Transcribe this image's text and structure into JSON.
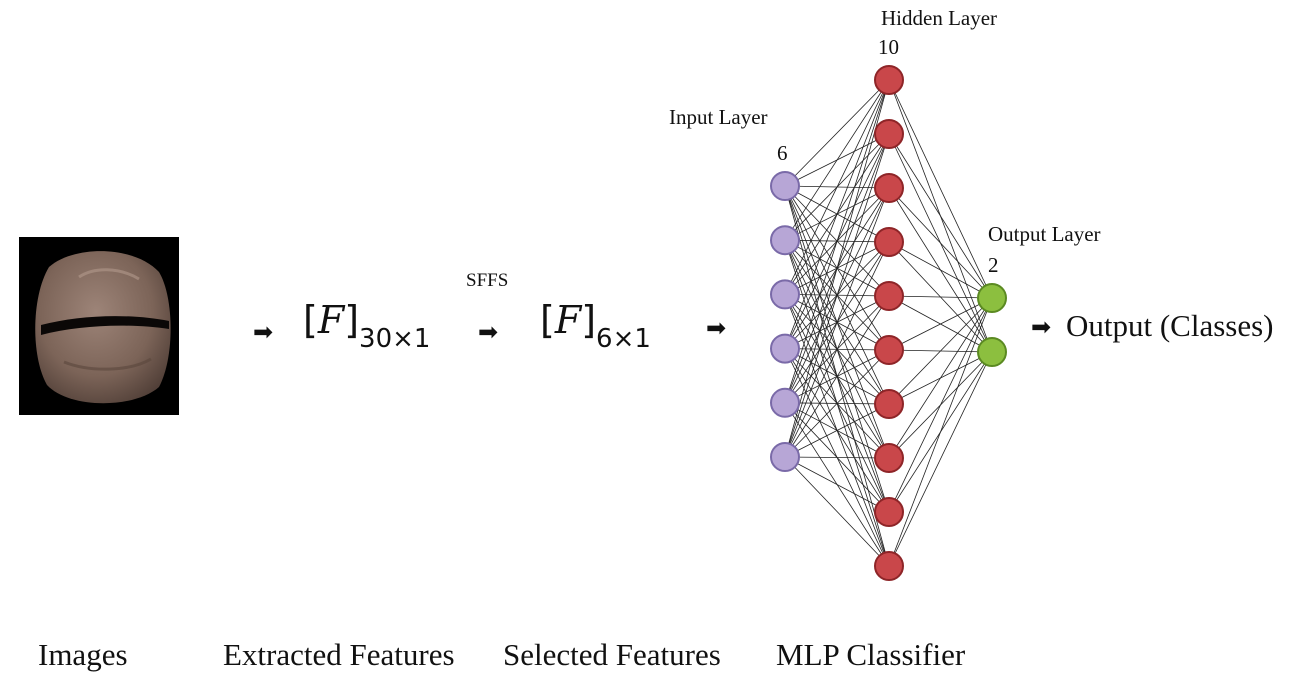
{
  "stages": {
    "images": "Images",
    "extracted": "Extracted Features",
    "selected": "Selected Features",
    "classifier": "MLP Classifier"
  },
  "matrix1": {
    "var": "F",
    "sub": "30×1"
  },
  "matrix2": {
    "var": "F",
    "sub": "6×1"
  },
  "sffs_label": "SFFS",
  "input_layer": {
    "title": "Input Layer",
    "count": "6",
    "nodes": 6,
    "color": "#b7a6d6",
    "stroke": "#7a6aa8"
  },
  "hidden_layer": {
    "title": "Hidden Layer",
    "count": "10",
    "nodes": 10,
    "color": "#c9474a",
    "stroke": "#8e2528"
  },
  "output_layer": {
    "title": "Output Layer",
    "count": "2",
    "nodes": 2,
    "color": "#8cbf3f",
    "stroke": "#5b8a22"
  },
  "output_text": "Output (Classes)",
  "arrow_glyph": "➡"
}
